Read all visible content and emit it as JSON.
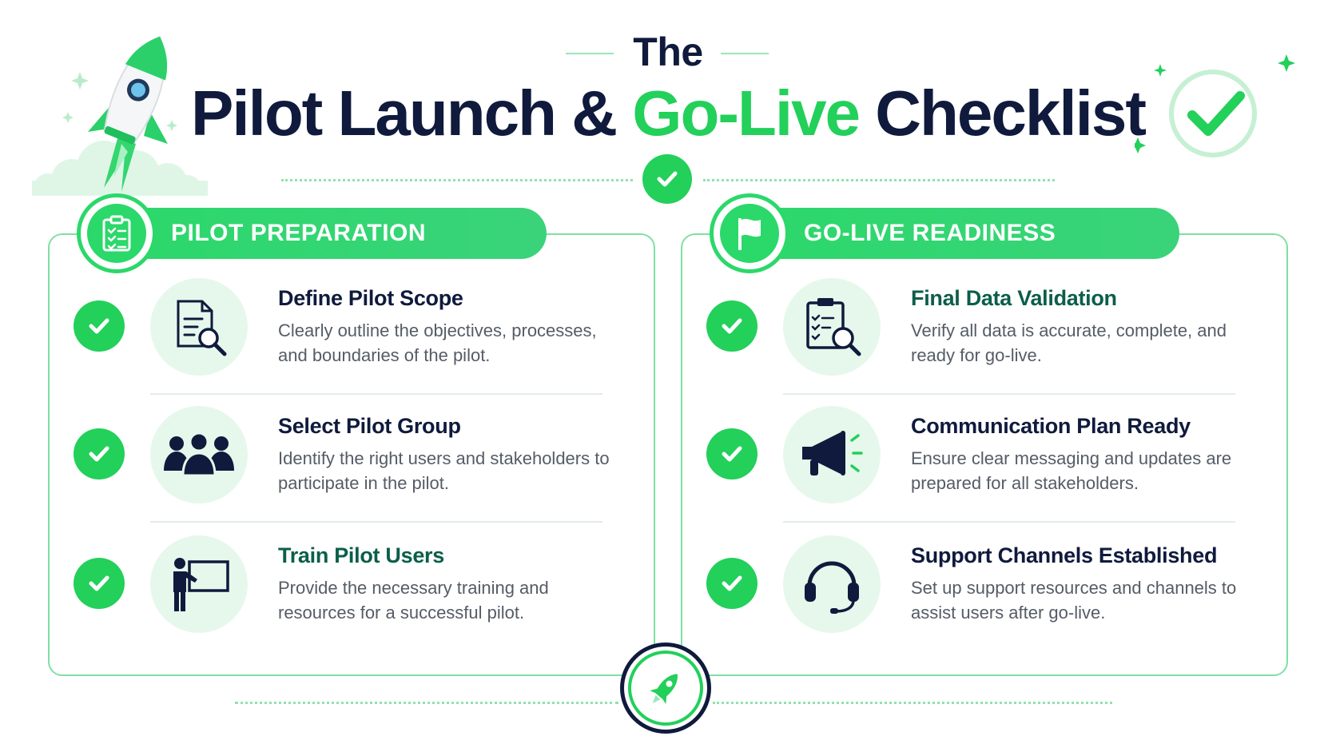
{
  "header": {
    "pre_title": "The",
    "title_part1": "Pilot Launch & ",
    "title_accent": "Go-Live",
    "title_part2": " Checklist"
  },
  "colors": {
    "accent": "#22d05a",
    "dark_navy": "#0f1a3c",
    "teal_text": "#0b5e4a",
    "light_green_bg": "#e6f8ec",
    "border_green": "#7fe0a4"
  },
  "icons": {
    "top_left": "rocket-icon",
    "top_right": "check-circle-icon",
    "top_center": "check-badge-icon",
    "bottom_center": "rocket-badge-icon"
  },
  "panels": [
    {
      "heading": "PILOT PREPARATION",
      "heading_icon": "clipboard-checklist-icon",
      "items": [
        {
          "title": "Define Pilot Scope",
          "description": "Clearly outline the objectives, processes, and boundaries of the pilot.",
          "icon": "document-search-icon"
        },
        {
          "title": "Select Pilot Group",
          "description": "Identify the right users and stakeholders to participate in the pilot.",
          "icon": "group-users-icon"
        },
        {
          "title": "Train Pilot Users",
          "description": "Provide the necessary training and resources for a successful pilot.",
          "icon": "presenter-board-icon"
        }
      ]
    },
    {
      "heading": "GO-LIVE READINESS",
      "heading_icon": "flag-icon",
      "items": [
        {
          "title": "Final Data Validation",
          "description": "Verify all data is accurate, complete, and ready for go-live.",
          "icon": "clipboard-search-icon"
        },
        {
          "title": "Communication Plan Ready",
          "description": "Ensure clear messaging and updates are prepared for all stakeholders.",
          "icon": "megaphone-icon"
        },
        {
          "title": "Support Channels Established",
          "description": "Set up support resources and channels to assist users after go-live.",
          "icon": "headset-icon"
        }
      ]
    }
  ]
}
